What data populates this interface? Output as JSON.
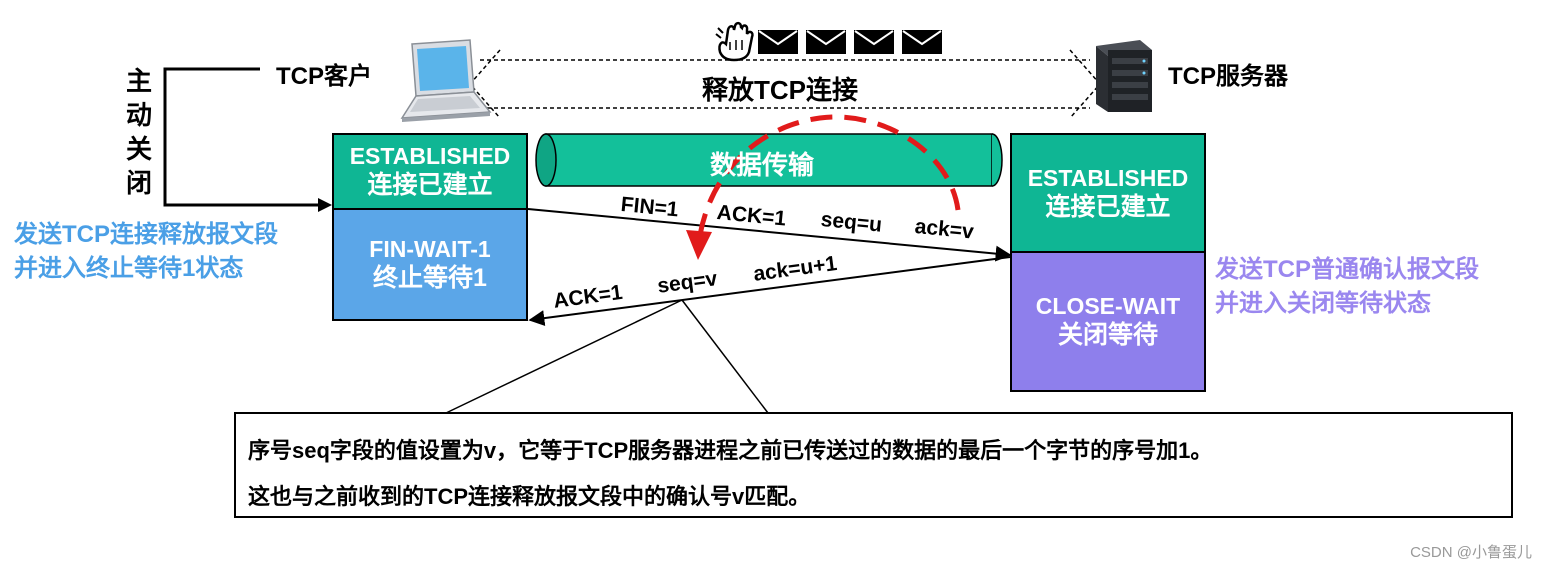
{
  "top": {
    "client_label": "TCP客户",
    "server_label": "TCP服务器",
    "release_label": "释放TCP连接",
    "active_close_label": "主动关闭"
  },
  "pipe": {
    "label": "数据传输"
  },
  "client": {
    "established": {
      "line1": "ESTABLISHED",
      "line2": "连接已建立"
    },
    "fin_wait_1": {
      "line1": "FIN-WAIT-1",
      "line2": "终止等待1"
    },
    "note_line1": "发送TCP连接释放报文段",
    "note_line2": "并进入终止等待1状态"
  },
  "server": {
    "established": {
      "line1": "ESTABLISHED",
      "line2": "连接已建立"
    },
    "close_wait": {
      "line1": "CLOSE-WAIT",
      "line2": "关闭等待"
    },
    "note_line1": "发送TCP普通确认报文段",
    "note_line2": "并进入关闭等待状态"
  },
  "segments": {
    "fin": {
      "fin": "FIN=1",
      "ack": "ACK=1",
      "seq": "seq=u",
      "acknum": "ack=v"
    },
    "ack": {
      "ack": "ACK=1",
      "seq": "seq=v",
      "acknum": "ack=u+1"
    }
  },
  "callout": {
    "line1": "序号seq字段的值设置为v，它等于TCP服务器进程之前已传送过的数据的最后一个字节的序号加1。",
    "line2": "这也与之前收到的TCP连接释放报文段中的确认号v匹配。"
  },
  "watermark": "CSDN @小鲁蛋儿",
  "colors": {
    "established": "#0fb694",
    "fin_wait": "#5ba6e8",
    "close_wait": "#8e7fec",
    "pipe": "#13c09a",
    "client_note": "#4a9fe6",
    "server_note": "#9a87ef",
    "red_arrow": "#e11b1b"
  }
}
